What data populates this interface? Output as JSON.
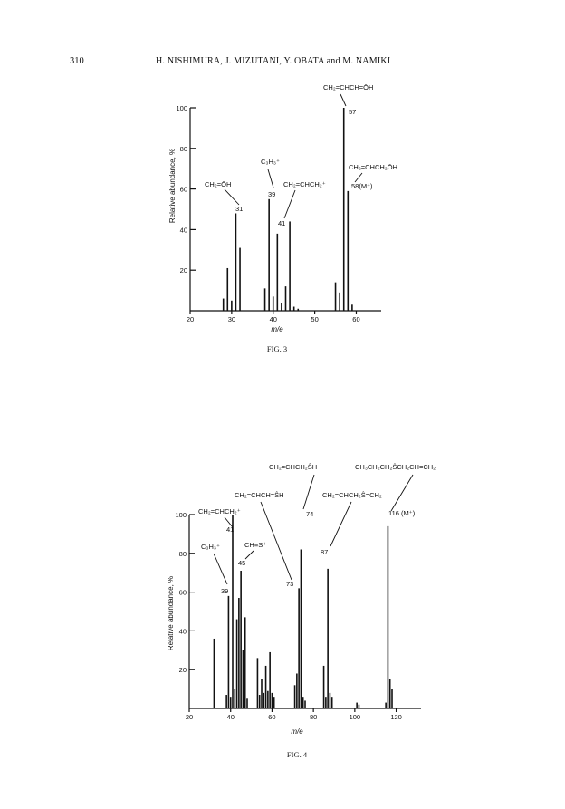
{
  "header": {
    "page_number": "310",
    "running_head": "H. NISHIMURA, J. MIZUTANI, Y. OBATA and M. NAMIKI"
  },
  "chart_data": [
    {
      "type": "bar",
      "caption": "FIG. 3",
      "xlabel": "m/e",
      "ylabel": "Relative abundance, %",
      "xlim": [
        20,
        66
      ],
      "ylim": [
        0,
        100
      ],
      "xticks": [
        20,
        30,
        40,
        50,
        60
      ],
      "yticks": [
        20,
        40,
        60,
        80,
        100
      ],
      "bars": [
        {
          "x": 28,
          "y": 6
        },
        {
          "x": 29,
          "y": 21
        },
        {
          "x": 30,
          "y": 5
        },
        {
          "x": 31,
          "y": 48
        },
        {
          "x": 32,
          "y": 31
        },
        {
          "x": 38,
          "y": 11
        },
        {
          "x": 39,
          "y": 55
        },
        {
          "x": 40,
          "y": 7
        },
        {
          "x": 41,
          "y": 38
        },
        {
          "x": 42,
          "y": 4
        },
        {
          "x": 43,
          "y": 12
        },
        {
          "x": 44,
          "y": 44
        },
        {
          "x": 45,
          "y": 2
        },
        {
          "x": 46,
          "y": 1
        },
        {
          "x": 55,
          "y": 14
        },
        {
          "x": 56,
          "y": 9
        },
        {
          "x": 57,
          "y": 100
        },
        {
          "x": 58,
          "y": 59
        },
        {
          "x": 59,
          "y": 3
        }
      ],
      "annotations": [
        {
          "formula": "CH₂=CHCH=ŌH",
          "peak": "57"
        },
        {
          "formula": "C₃H₃⁺",
          "peak": "39"
        },
        {
          "formula": "CH₂=ŌH",
          "peak": "31"
        },
        {
          "formula": "CH₂=CHCH₂⁺",
          "peak": "41"
        },
        {
          "formula": "CH₂=CHCH₂ŌH",
          "peak": "58(M⁺)"
        }
      ]
    },
    {
      "type": "bar",
      "caption": "FIG. 4",
      "xlabel": "m/e",
      "ylabel": "Relative abundance, %",
      "xlim": [
        20,
        132
      ],
      "ylim": [
        0,
        100
      ],
      "xticks": [
        20,
        40,
        60,
        80,
        100,
        120
      ],
      "yticks": [
        20,
        40,
        60,
        80,
        100
      ],
      "bars": [
        {
          "x": 32,
          "y": 36
        },
        {
          "x": 38,
          "y": 7
        },
        {
          "x": 39,
          "y": 58
        },
        {
          "x": 40,
          "y": 6
        },
        {
          "x": 41,
          "y": 100
        },
        {
          "x": 42,
          "y": 10
        },
        {
          "x": 43,
          "y": 46
        },
        {
          "x": 44,
          "y": 57
        },
        {
          "x": 45,
          "y": 71
        },
        {
          "x": 46,
          "y": 30
        },
        {
          "x": 47,
          "y": 47
        },
        {
          "x": 48,
          "y": 5
        },
        {
          "x": 53,
          "y": 26
        },
        {
          "x": 54,
          "y": 7
        },
        {
          "x": 55,
          "y": 15
        },
        {
          "x": 56,
          "y": 8
        },
        {
          "x": 57,
          "y": 22
        },
        {
          "x": 58,
          "y": 9
        },
        {
          "x": 59,
          "y": 29
        },
        {
          "x": 60,
          "y": 8
        },
        {
          "x": 61,
          "y": 6
        },
        {
          "x": 71,
          "y": 12
        },
        {
          "x": 72,
          "y": 18
        },
        {
          "x": 73,
          "y": 62
        },
        {
          "x": 74,
          "y": 82
        },
        {
          "x": 75,
          "y": 6
        },
        {
          "x": 76,
          "y": 4
        },
        {
          "x": 85,
          "y": 22
        },
        {
          "x": 86,
          "y": 6
        },
        {
          "x": 87,
          "y": 72
        },
        {
          "x": 88,
          "y": 8
        },
        {
          "x": 89,
          "y": 6
        },
        {
          "x": 101,
          "y": 3
        },
        {
          "x": 102,
          "y": 2
        },
        {
          "x": 115,
          "y": 3
        },
        {
          "x": 116,
          "y": 94
        },
        {
          "x": 117,
          "y": 15
        },
        {
          "x": 118,
          "y": 10
        }
      ],
      "annotations": [
        {
          "formula": "CH₂=CHCH₂ŜH",
          "peak": "74"
        },
        {
          "formula": "CH₃CH₂CH₂ŜCH₂CH=CH₂",
          "peak": "116 (M⁺)"
        },
        {
          "formula": "CH₂=CHCH=ŜH",
          "peak": "73"
        },
        {
          "formula": "CH₂=CHCH₂Ŝ=CH₂",
          "peak": "87"
        },
        {
          "formula": "CH₂=CHCH₂⁺",
          "peak": "41"
        },
        {
          "formula": "C₃H₃⁺",
          "peak": "39"
        },
        {
          "formula": "CH≡S⁺",
          "peak": "45"
        }
      ]
    }
  ]
}
